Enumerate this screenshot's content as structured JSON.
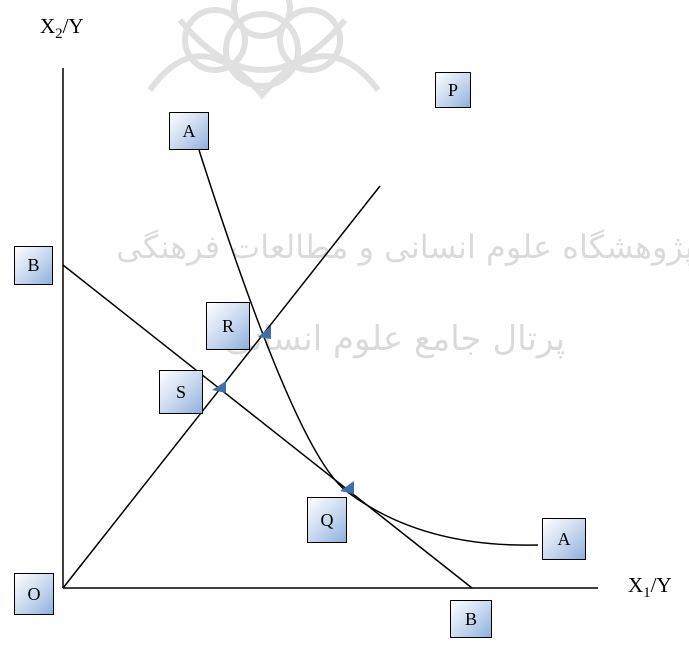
{
  "axes": {
    "y_label": "X",
    "y_sub": "2",
    "y_tail": "/Y",
    "x_label": "X",
    "x_sub": "1",
    "x_tail": "/Y"
  },
  "labels": {
    "P": "P",
    "A_top": "A",
    "A_right": "A",
    "B_left": "B",
    "B_bottom": "B",
    "R": "R",
    "S": "S",
    "Q": "Q",
    "O": "O"
  },
  "watermark": {
    "line1": "پژوهشگاه علوم انسانی و مطالعات فرهنگی",
    "line2": "پرتال جامع علوم انسانی"
  },
  "colors": {
    "box_fill": "#c6d6ee",
    "marker": "#3f6eaa",
    "watermark": "#bdbdbd"
  }
}
